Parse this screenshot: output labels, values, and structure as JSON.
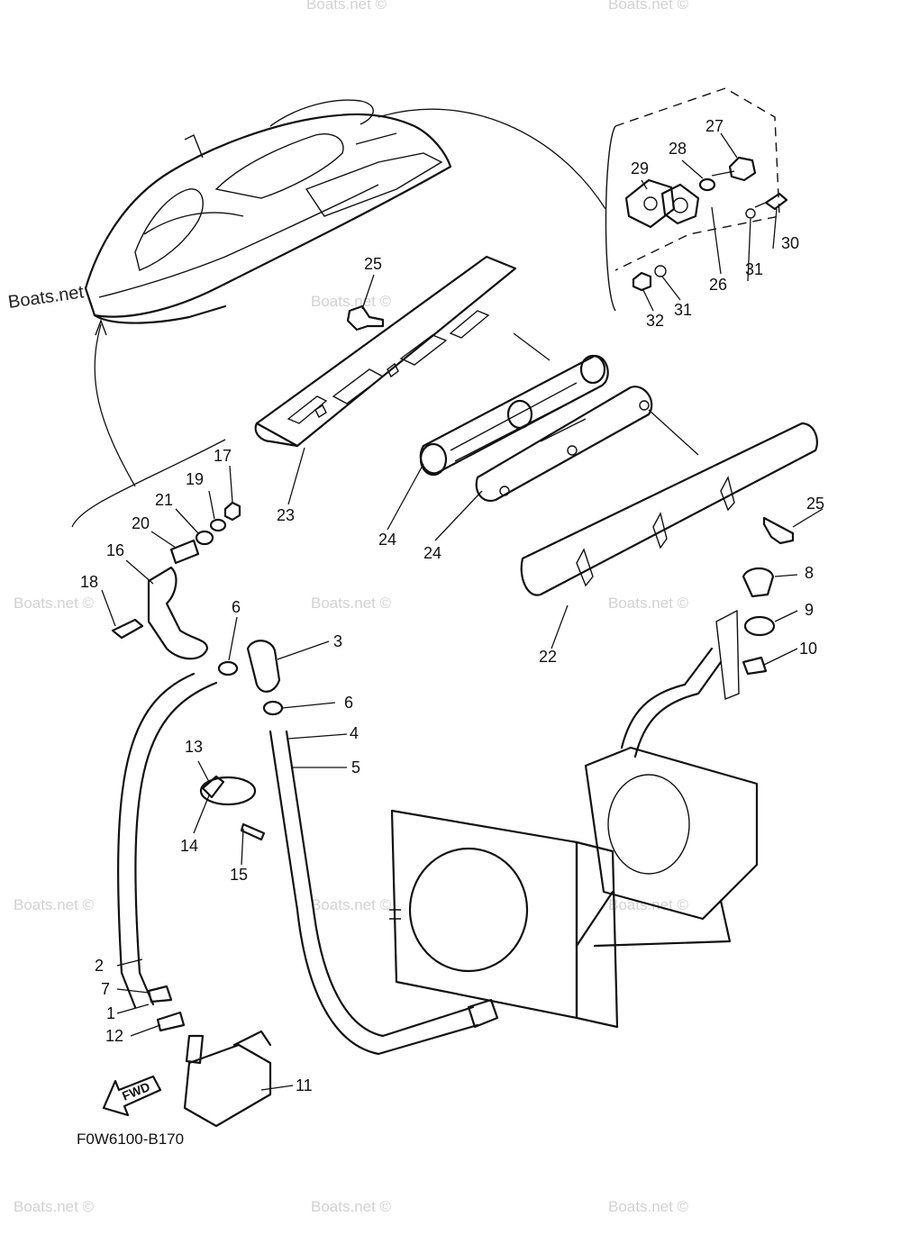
{
  "watermark": {
    "main": "Boats.net",
    "faint": "Boats.net ©"
  },
  "figure_code": "F0W6100-B170",
  "fwd_label": "FWD",
  "callouts": {
    "c1": "1",
    "c2": "2",
    "c3": "3",
    "c4": "4",
    "c5": "5",
    "c6a": "6",
    "c6b": "6",
    "c7": "7",
    "c8": "8",
    "c9": "9",
    "c10": "10",
    "c11": "11",
    "c12": "12",
    "c13": "13",
    "c14": "14",
    "c15": "15",
    "c16": "16",
    "c17": "17",
    "c18": "18",
    "c19": "19",
    "c20": "20",
    "c21": "21",
    "c22": "22",
    "c23": "23",
    "c24a": "24",
    "c24b": "24",
    "c25a": "25",
    "c25b": "25",
    "c26": "26",
    "c27": "27",
    "c28": "28",
    "c29": "29",
    "c30": "30",
    "c31a": "31",
    "c31b": "31",
    "c32": "32"
  }
}
